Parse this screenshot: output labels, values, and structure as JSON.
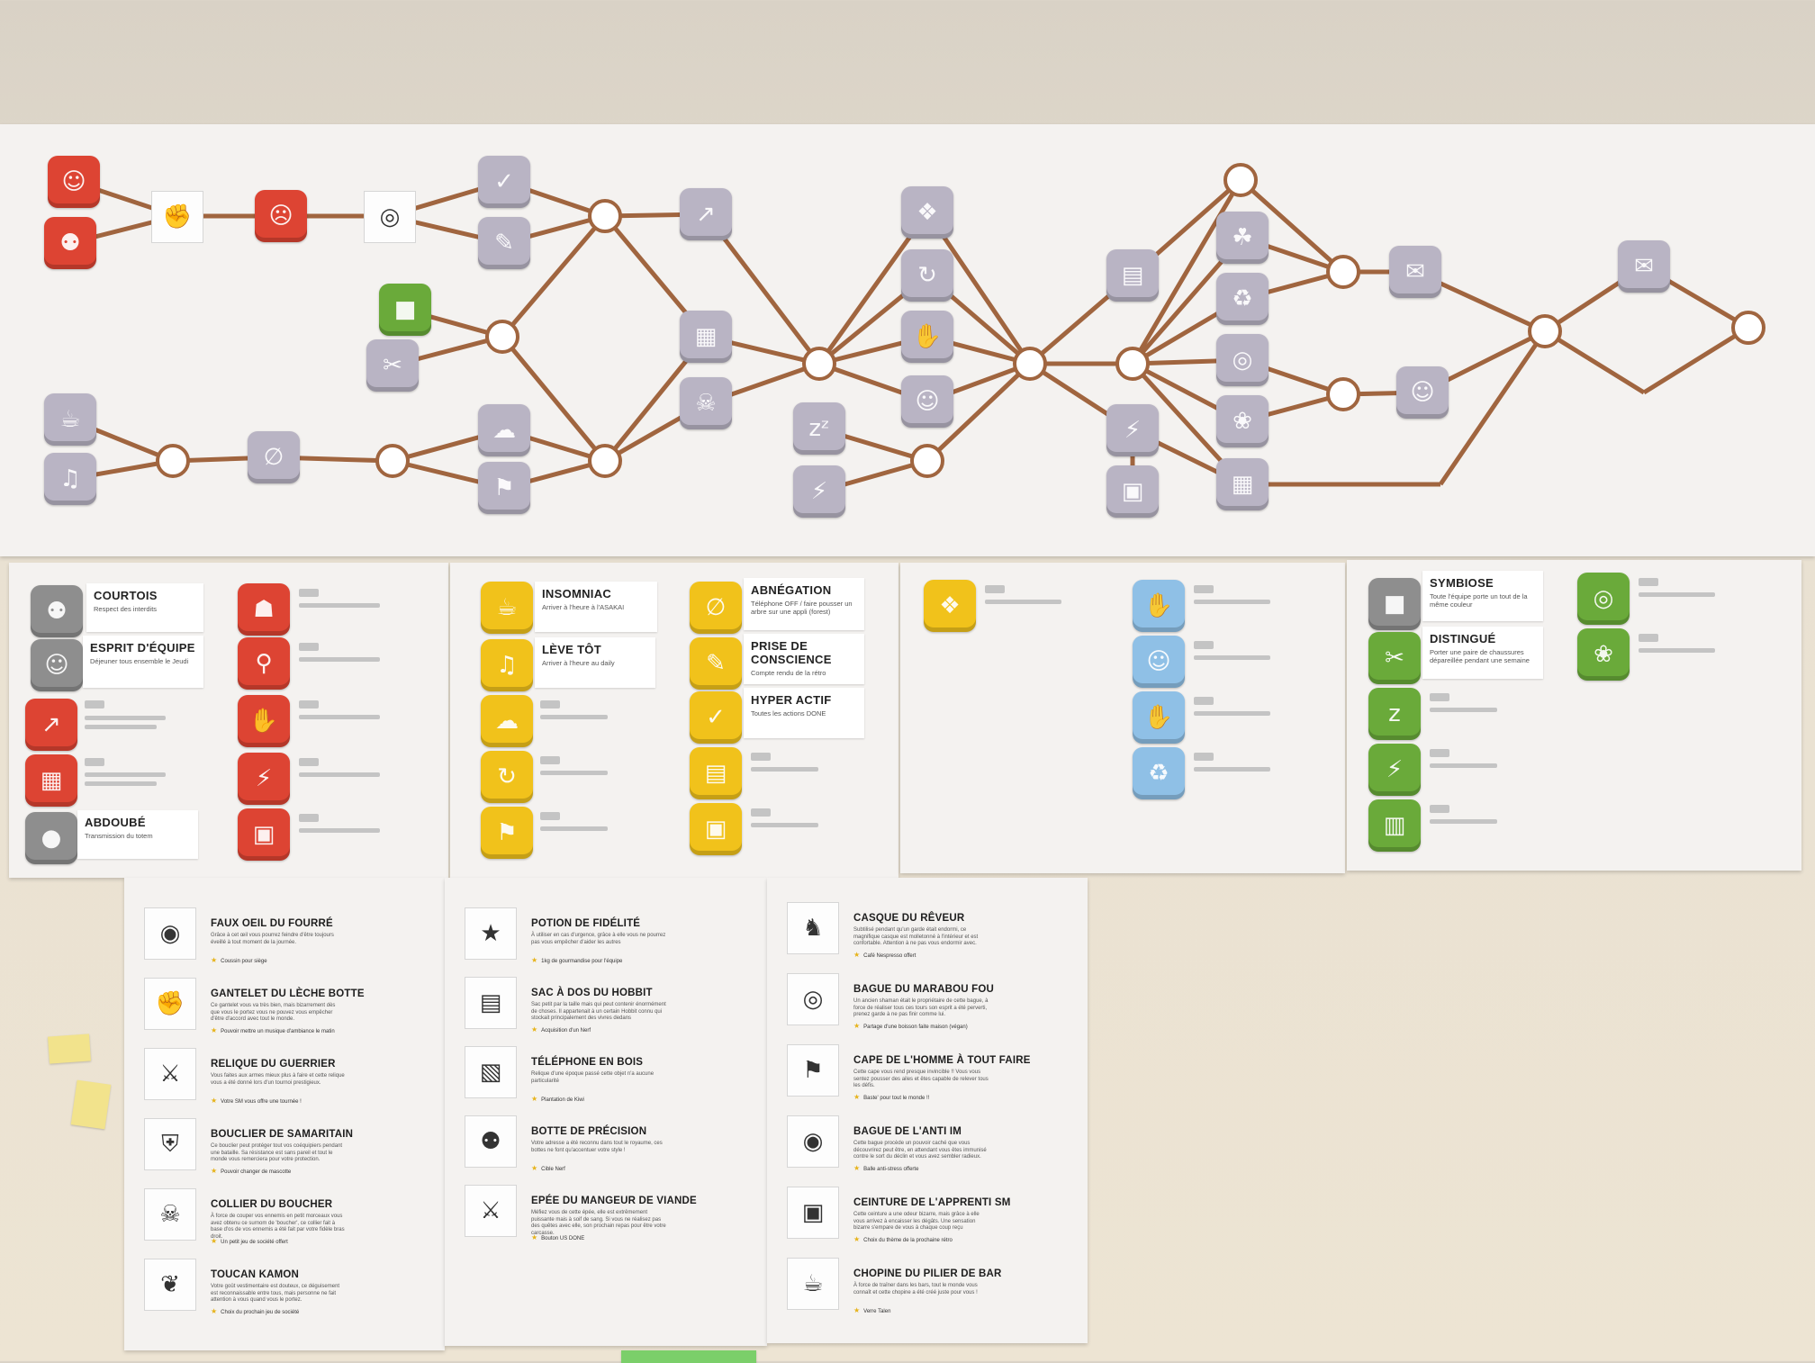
{
  "tree": {
    "nodes": [
      {
        "kind": "badge",
        "color": "red",
        "icon": "☺"
      },
      {
        "kind": "badge",
        "color": "red",
        "icon": "⚉"
      },
      {
        "kind": "item",
        "icon": "✊"
      },
      {
        "kind": "badge",
        "color": "red",
        "icon": "☹"
      },
      {
        "kind": "item",
        "icon": "◎"
      },
      {
        "kind": "badge",
        "color": "gray",
        "icon": "✓"
      },
      {
        "kind": "badge",
        "color": "gray",
        "icon": "✎"
      },
      {
        "kind": "badge",
        "color": "green",
        "icon": "■"
      },
      {
        "kind": "badge",
        "color": "gray",
        "icon": "✂"
      },
      {
        "kind": "badge",
        "color": "gray",
        "icon": "☕"
      },
      {
        "kind": "badge",
        "color": "gray",
        "icon": "♫"
      },
      {
        "kind": "badge",
        "color": "gray",
        "icon": "∅"
      },
      {
        "kind": "badge",
        "color": "gray",
        "icon": "☁"
      },
      {
        "kind": "badge",
        "color": "gray",
        "icon": "⚑"
      },
      {
        "kind": "badge",
        "color": "gray",
        "icon": "↗"
      },
      {
        "kind": "badge",
        "color": "gray",
        "icon": "▦"
      },
      {
        "kind": "badge",
        "color": "gray",
        "icon": "☠"
      },
      {
        "kind": "badge",
        "color": "gray",
        "icon": "❖"
      },
      {
        "kind": "badge",
        "color": "gray",
        "icon": "↻"
      },
      {
        "kind": "badge",
        "color": "gray",
        "icon": "✋"
      },
      {
        "kind": "badge",
        "color": "gray",
        "icon": "☺"
      },
      {
        "kind": "badge",
        "color": "gray",
        "icon": "zᶻ"
      },
      {
        "kind": "badge",
        "color": "gray",
        "icon": "⚡"
      },
      {
        "kind": "badge",
        "color": "gray",
        "icon": "▤"
      },
      {
        "kind": "badge",
        "color": "gray",
        "icon": "⚡"
      },
      {
        "kind": "badge",
        "color": "gray",
        "icon": "▣"
      },
      {
        "kind": "badge",
        "color": "gray",
        "icon": "☘"
      },
      {
        "kind": "badge",
        "color": "gray",
        "icon": "♻"
      },
      {
        "kind": "badge",
        "color": "gray",
        "icon": "◎"
      },
      {
        "kind": "badge",
        "color": "gray",
        "icon": "❀"
      },
      {
        "kind": "badge",
        "color": "gray",
        "icon": "▦"
      },
      {
        "kind": "badge",
        "color": "gray",
        "icon": "✉"
      },
      {
        "kind": "badge",
        "color": "gray",
        "icon": "☺"
      },
      {
        "kind": "badge",
        "color": "gray",
        "icon": "✉"
      }
    ]
  },
  "badges": {
    "labeled": [
      {
        "title": "COURTOIS",
        "desc": "Respect des interdits"
      },
      {
        "title": "ESPRIT D'ÉQUIPE",
        "desc": "Déjeuner tous ensemble le Jeudi"
      },
      {
        "title": "ABDOUBÉ",
        "desc": "Transmission du totem"
      },
      {
        "title": "INSOMNIAC",
        "desc": "Arriver à l'heure à l'ASAKAI"
      },
      {
        "title": "LÈVE TÔT",
        "desc": "Arriver à l'heure au daily"
      },
      {
        "title": "ABNÉGATION",
        "desc": "Téléphone OFF / faire pousser un arbre sur une appli (forest)"
      },
      {
        "title": "PRISE DE CONSCIENCE",
        "desc": "Compte rendu de la rétro"
      },
      {
        "title": "HYPER ACTIF",
        "desc": "Toutes les actions DONE"
      },
      {
        "title": "SYMBIOSE",
        "desc": "Toute l'équipe porte un tout de la même couleur"
      },
      {
        "title": "DISTINGUÉ",
        "desc": "Porter une paire de chaussures dépareillée pendant une semaine"
      }
    ],
    "icons": {
      "courtois": "⚉",
      "esprit": "☺",
      "abdoube": "●",
      "insomniac": "☕",
      "leve_tot": "♫",
      "abnegation": "∅",
      "prise": "✎",
      "hyper": "✓",
      "symbiose": "■",
      "distingue": "✂"
    }
  },
  "items": {
    "col1": [
      {
        "title": "FAUX OEIL DU FOURRÉ",
        "desc": "Grâce à cet œil vous pourrez feindre d'être toujours éveillé à tout moment de la journée.",
        "reward": "Coussin pour siège",
        "icon": "◉"
      },
      {
        "title": "GANTELET DU LÈCHE BOTTE",
        "desc": "Ce gantelet vous va très bien, mais bizarrement dès que vous le portez vous ne pouvez vous empêcher d'être d'accord avec tout le monde.",
        "reward": "Pouvoir mettre un musique d'ambiance le matin",
        "icon": "✊"
      },
      {
        "title": "RELIQUE DU GUERRIER",
        "desc": "Vous faites aux armes mieux plus à faire et cette relique vous a été donné lors d'un tournoi prestigieux.",
        "reward": "Votre SM vous offre une tournée !",
        "icon": "⚔"
      },
      {
        "title": "BOUCLIER DE SAMARITAIN",
        "desc": "Ce bouclier peut protéger tout vos coéquipiers pendant une bataille. Sa résistance est sans pareil et tout le monde vous remerciera pour votre protection.",
        "reward": "Pouvoir changer de mascotte",
        "icon": "⛨"
      },
      {
        "title": "COLLIER DU BOUCHER",
        "desc": "À force de couper vos ennemis en petit morceaux vous avez obtenu ce surnom de 'boucher', ce collier fait à base d'os de vos ennemis a été fait par votre fidèle bras droit.",
        "reward": "Un petit jeu de société offert",
        "icon": "☠"
      },
      {
        "title": "TOUCAN KAMON",
        "desc": "Votre goût vestimentaire est douteux, ce déguisement est reconnaissable entre tous, mais personne ne fait attention à vous quand vous le portez.",
        "reward": "Choix du prochain jeu de société",
        "icon": "❦"
      }
    ],
    "col2": [
      {
        "title": "POTION DE FIDÉLITÉ",
        "desc": "À utiliser en cas d'urgence, grâce à elle vous ne pourrez pas vous empêcher d'aider les autres",
        "reward": "1kg de gourmandise pour l'équipe",
        "icon": "★"
      },
      {
        "title": "SAC À DOS DU HOBBIT",
        "desc": "Sac petit par la taille mais qui peut contenir énormément de choses. Il appartenait à un certain Hobbit connu qui stockait principalement des vivres dedans",
        "reward": "Acquisition d'un Nerf",
        "icon": "▤"
      },
      {
        "title": "TÉLÉPHONE EN BOIS",
        "desc": "Relique d'une époque passé cette objet n'a aucune particularité",
        "reward": "Plantation de Kiwi",
        "icon": "▧"
      },
      {
        "title": "BOTTE DE PRÉCISION",
        "desc": "Votre adresse a été reconnu dans tout le royaume, ces bottes ne font qu'accentuer votre style !",
        "reward": "Cible Nerf",
        "icon": "⚉"
      },
      {
        "title": "EPÉE DU MANGEUR DE VIANDE",
        "desc": "Méfiez vous de cette épée, elle est extrêmement puissante mais à soif de sang. Si vous ne réalisez pas des quêtes avec elle, son prochain repas pour être votre carcasse.",
        "reward": "Bouton US DONE",
        "icon": "⚔"
      }
    ],
    "col3": [
      {
        "title": "CASQUE DU RÊVEUR",
        "desc": "Subtilisé pendant qu'un garde était endormi, ce magnifique casque est molletonné à l'intérieur et est confortable. Attention à ne pas vous endormir avec.",
        "reward": "Café Nespresso offert",
        "icon": "♞"
      },
      {
        "title": "BAGUE DU MARABOU FOU",
        "desc": "Un ancien shaman était le propriétaire de cette bague, à force de réaliser tous ces tours son esprit a été perverti, prenez garde à ne pas finir comme lui.",
        "reward": "Partage d'une boisson faite maison (végan)",
        "icon": "◎"
      },
      {
        "title": "CAPE DE L'HOMME À TOUT FAIRE",
        "desc": "Cette cape vous rend presque invincible !! Vous vous sentez pousser des ailes et êtes capable de relever tous les défis.",
        "reward": "Baste' pour tout le monde !!",
        "icon": "⚑"
      },
      {
        "title": "BAGUE DE L'ANTI IM",
        "desc": "Cette bague procède un pouvoir caché que vous découvrirez peut être, en attendant vous êtes immunisé contre le sort du déclin et vous avez sembler radieux.",
        "reward": "Balle anti-stress offerte",
        "icon": "◉"
      },
      {
        "title": "CEINTURE DE L'APPRENTI SM",
        "desc": "Cette ceinture a une odeur bizarre, mais grâce à elle vous arrivez à encaisser les dégâts. Une sensation bizarre s'empare de vous à chaque coup reçu",
        "reward": "Choix du thème de la prochaine rétro",
        "icon": "▣"
      },
      {
        "title": "CHOPINE DU PILIER DE BAR",
        "desc": "À force de traîner dans les bars, tout le monde vous connaît et cette chopine a été créé juste pour vous !",
        "reward": "Verre Talen",
        "icon": "☕"
      }
    ]
  }
}
